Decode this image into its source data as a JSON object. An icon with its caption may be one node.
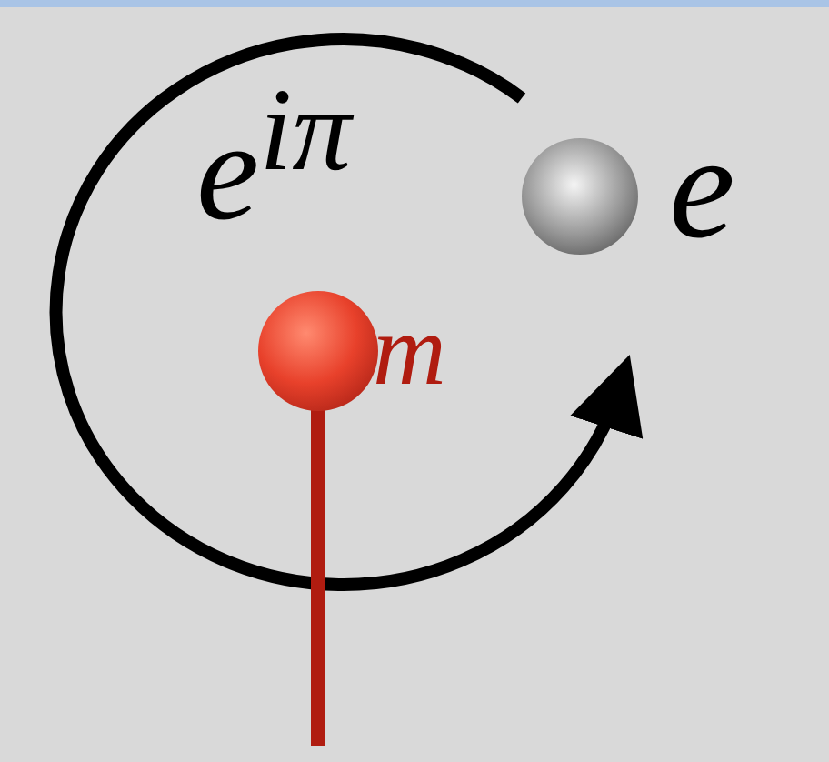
{
  "diagram": {
    "labels": [
      "e$^{iπ}$",
      "m",
      "e"
    ]
  }
}
